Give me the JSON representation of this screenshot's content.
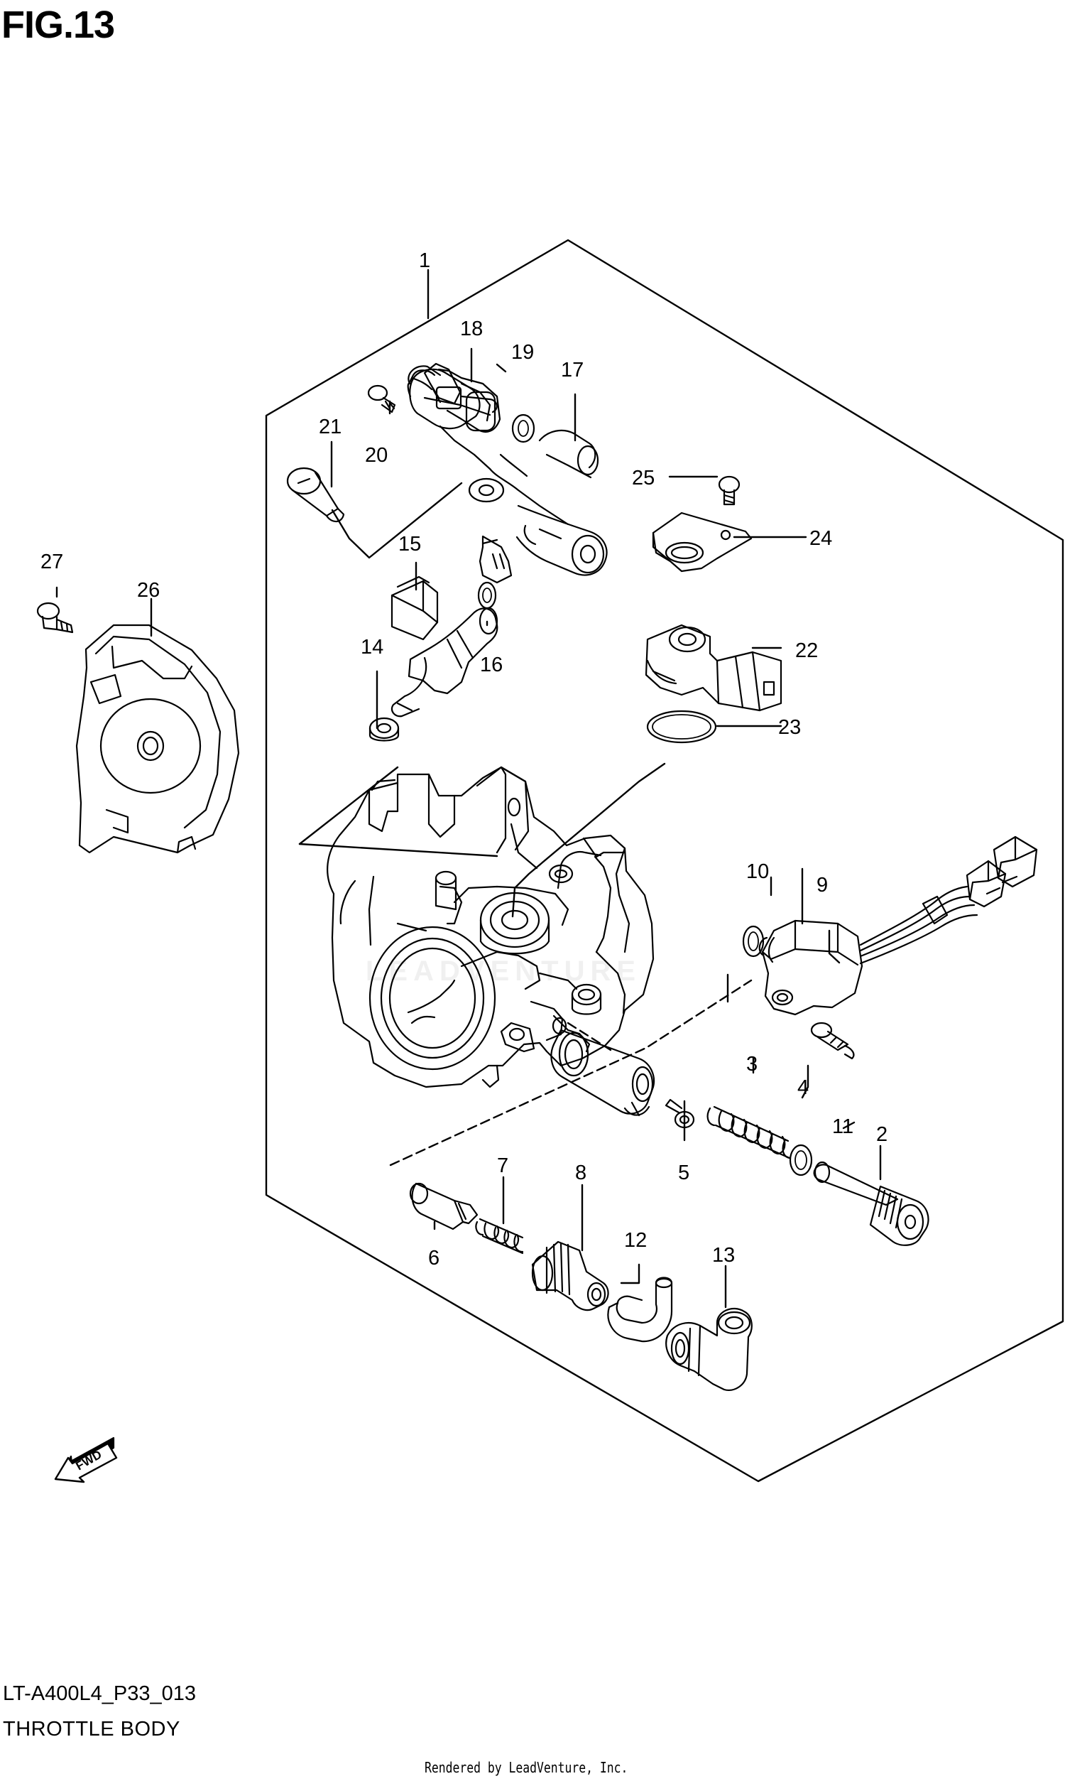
{
  "figure": {
    "title": "FIG.13",
    "diagram_code": "LT-A400L4_P33_013",
    "caption": "THROTTLE BODY",
    "credit": "Rendered by LeadVenture, Inc.",
    "watermark": "LEADVENTURE",
    "fwd_label": "FWD"
  },
  "callouts": [
    {
      "id": "c1",
      "label": "1"
    },
    {
      "id": "c2",
      "label": "2"
    },
    {
      "id": "c3",
      "label": "3"
    },
    {
      "id": "c4",
      "label": "4"
    },
    {
      "id": "c5",
      "label": "5"
    },
    {
      "id": "c6",
      "label": "6"
    },
    {
      "id": "c7",
      "label": "7"
    },
    {
      "id": "c8",
      "label": "8"
    },
    {
      "id": "c9",
      "label": "9"
    },
    {
      "id": "c10",
      "label": "10"
    },
    {
      "id": "c11",
      "label": "11"
    },
    {
      "id": "c12",
      "label": "12"
    },
    {
      "id": "c13",
      "label": "13"
    },
    {
      "id": "c14",
      "label": "14"
    },
    {
      "id": "c15",
      "label": "15"
    },
    {
      "id": "c16",
      "label": "16"
    },
    {
      "id": "c17",
      "label": "17"
    },
    {
      "id": "c18",
      "label": "18"
    },
    {
      "id": "c19",
      "label": "19"
    },
    {
      "id": "c20",
      "label": "20"
    },
    {
      "id": "c21",
      "label": "21"
    },
    {
      "id": "c22",
      "label": "22"
    },
    {
      "id": "c23",
      "label": "23"
    },
    {
      "id": "c24",
      "label": "24"
    },
    {
      "id": "c25",
      "label": "25"
    },
    {
      "id": "c26",
      "label": "26"
    },
    {
      "id": "c27",
      "label": "27"
    }
  ]
}
